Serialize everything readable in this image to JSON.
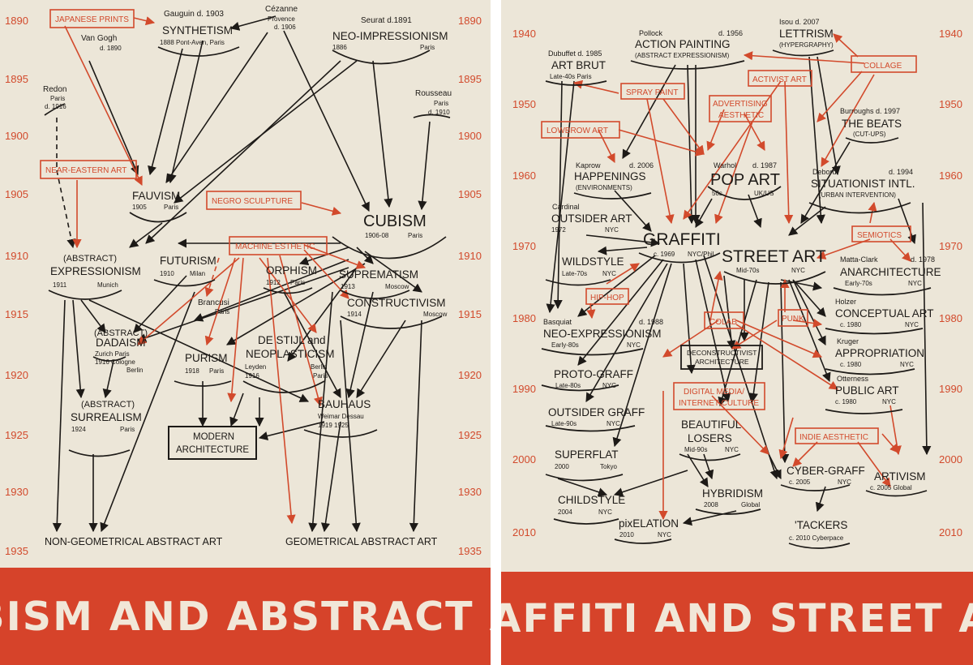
{
  "left": {
    "title": "CUBISM AND ABSTRACT ART",
    "years": [
      "1890",
      "1895",
      "1900",
      "1905",
      "1910",
      "1915",
      "1920",
      "1925",
      "1930",
      "1935"
    ],
    "influences": [
      "JAPANESE PRINTS",
      "NEAR-EASTERN ART",
      "NEGRO SCULPTURE",
      "MACHINE ESTHETIC"
    ],
    "nodes": {
      "gauguin": "Gauguin  d. 1903",
      "cezanne": "Cézanne",
      "cezanne_place": "Provence",
      "cezanne_d": "d. 1906",
      "seurat": "Seurat  d.1891",
      "synthetism": "SYNTHETISM",
      "synthetism_sub": "1888  Pont-Aven, Paris",
      "vangogh": "Van Gogh",
      "vangogh_d": "d. 1890",
      "neoimp": "NEO-IMPRESSIONISM",
      "neoimp_year": "1886",
      "neoimp_place": "Paris",
      "redon": "Redon",
      "redon_place": "Paris",
      "redon_d": "d. 1916",
      "rousseau": "Rousseau",
      "rousseau_place": "Paris",
      "rousseau_d": "d. 1910",
      "fauvism": "FAUVISM",
      "fauvism_year": "1905",
      "fauvism_place": "Paris",
      "cubism": "CUBISM",
      "cubism_year": "1906-08",
      "cubism_place": "Paris",
      "abs_expr_a": "(ABSTRACT)",
      "abs_expr_b": "EXPRESSIONISM",
      "abs_expr_year": "1911",
      "abs_expr_place": "Munich",
      "futurism": "FUTURISM",
      "futurism_year": "1910",
      "futurism_place": "Milan",
      "orphism": "ORPHISM",
      "orphism_year": "1912",
      "orphism_place": "Paris",
      "suprematism": "SUPREMATISM",
      "suprematism_year": "1913",
      "suprematism_place": "Moscow",
      "constructivism": "CONSTRUCTIVISM",
      "constructivism_year": "1914",
      "constructivism_place": "Moscow",
      "brancusi": "Brancusi",
      "brancusi_place": "Paris",
      "dadaism_a": "(ABSTRACT)",
      "dadaism_b": "DADAISM",
      "dadaism_l1": "Zurich    Paris",
      "dadaism_l2": "1916  Cologne",
      "dadaism_l3": "Berlin",
      "destijl_a": "DE STIJL and",
      "destijl_b": "NEOPLASTICISM",
      "destijl_l1": "Leyden",
      "destijl_l2": "1916",
      "destijl_r1": "Berlin",
      "destijl_r2": "Paris",
      "purism": "PURISM",
      "purism_year": "1918",
      "purism_place": "Paris",
      "bauhaus": "BAUHAUS",
      "bauhaus_l1": "Weimar  Dessau",
      "bauhaus_l2": "1919        1925",
      "surrealism_a": "(ABSTRACT)",
      "surrealism_b": "SURREALISM",
      "surrealism_year": "1924",
      "surrealism_place": "Paris",
      "modern_a": "MODERN",
      "modern_b": "ARCHITECTURE",
      "nongeo": "NON-GEOMETRICAL ABSTRACT ART",
      "geo": "GEOMETRICAL ABSTRACT ART"
    }
  },
  "right": {
    "title": "GRAFFITI AND STREET ART",
    "years": [
      "1940",
      "1950",
      "1960",
      "1970",
      "1980",
      "1990",
      "2000",
      "2010"
    ],
    "influences": [
      "SPRAY PAINT",
      "ADVERTISING",
      "AESTHETIC",
      "ACTIVIST ART",
      "COLLAGE",
      "LOWBROW ART",
      "SEMIOTICS",
      "HIP-HOP",
      "COLAB",
      "PUNK",
      "DIGITAL MEDIA/",
      "INTERNET CULTURE",
      "INDIE AESTHETIC"
    ],
    "nodes": {
      "pollock": "Pollock",
      "pollock_d": "d. 1956",
      "action": "ACTION PAINTING",
      "action_sub": "(ABSTRACT EXPRESSIONISM)",
      "isou": "Isou   d. 2007",
      "lettrism": "LETTRISM",
      "lettrism_sub": "(HYPERGRAPHY)",
      "dubuffet": "Dubuffet  d. 1985",
      "artbrut": "ART BRUT",
      "artbrut_sub": "Late-40s   Paris",
      "burroughs": "Burroughs  d. 1997",
      "beats": "THE BEATS",
      "beats_sub": "(CUT-UPS)",
      "kaprow": "Kaprow",
      "kaprow_d": "d. 2006",
      "happenings": "HAPPENINGS",
      "happenings_sub": "(ENVIRONMENTS)",
      "warhol": "Warhol",
      "warhol_d": "d. 1987",
      "popart": "POP ART",
      "popart_l": "50s",
      "popart_r": "UK/US",
      "debord": "Debord",
      "debord_d": "d. 1994",
      "situ": "SITUATIONIST INTL.",
      "situ_sub": "(URBAN INTERVENTION)",
      "cardinal": "Cardinal",
      "outsider": "OUTSIDER ART",
      "outsider_l": "1972",
      "outsider_r": "NYC",
      "graffiti": "GRAFFITI",
      "graffiti_l": "c. 1969",
      "graffiti_r": "NYC/Phil.",
      "street": "STREET ART",
      "street_l": "Mid-70s",
      "street_r": "NYC",
      "wildstyle": "WILDSTYLE",
      "wildstyle_l": "Late-70s",
      "wildstyle_r": "NYC",
      "mattaclark": "Matta-Clark",
      "mattaclark_d": "d. 1978",
      "anarch": "ANARCHITECTURE",
      "anarch_l": "Early-70s",
      "anarch_r": "NYC",
      "basquiat": "Basquiat",
      "basquiat_d": "d. 1988",
      "neoexp": "NEO-EXPRESSIONISM",
      "neoexp_l": "Early-80s",
      "neoexp_r": "NYC",
      "holzer": "Holzer",
      "conceptual": "CONCEPTUAL ART",
      "conceptual_l": "c. 1980",
      "conceptual_r": "NYC",
      "decon_a": "DECONSTRUCTIVIST",
      "decon_b": "ARCHITECTURE",
      "kruger": "Kruger",
      "appropriation": "APPROPRIATION",
      "appropriation_l": "c. 1980",
      "appropriation_r": "NYC",
      "protograff": "PROTO-GRAFF",
      "protograff_l": "Late-80s",
      "protograff_r": "NYC",
      "otterness": "Otterness",
      "publicart": "PUBLIC ART",
      "publicart_l": "c. 1980",
      "publicart_r": "NYC",
      "outsidergraff": "OUTSIDER GRAFF",
      "outsidergraff_l": "Late-90s",
      "outsidergraff_r": "NYC",
      "beautiful_a": "BEAUTIFUL",
      "beautiful_b": "LOSERS",
      "beautiful_l": "Mid-90s",
      "beautiful_r": "NYC",
      "superflat": "SUPERFLAT",
      "superflat_l": "2000",
      "superflat_r": "Tokyo",
      "cybergraff": "CYBER-GRAFF",
      "cybergraff_l": "c. 2005",
      "cybergraff_r": "NYC",
      "artivism": "ARTIVISM",
      "artivism_sub": "c. 2005  Global",
      "childstyle": "CHILDSTYLE",
      "childstyle_l": "2004",
      "childstyle_r": "NYC",
      "hybridism": "HYBRIDISM",
      "hybridism_l": "2008",
      "hybridism_r": "Global",
      "pixelation": "pixELATION",
      "pixelation_l": "2010",
      "pixelation_r": "NYC",
      "tackers": "'TACKERS",
      "tackers_sub": "c. 2010  Cyberpace"
    }
  }
}
